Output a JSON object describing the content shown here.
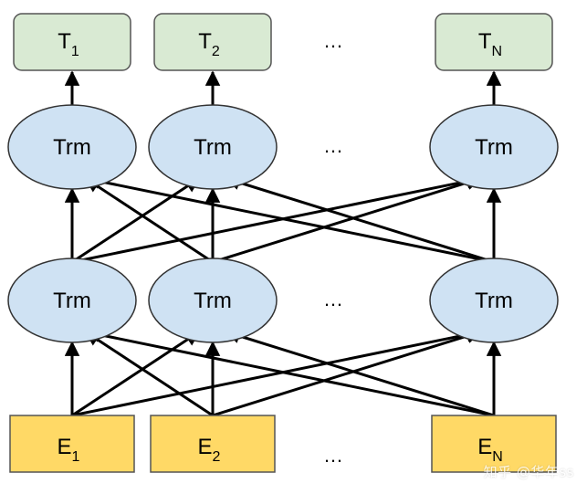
{
  "colors": {
    "output_fill": "#d9ead3",
    "output_stroke": "#555555",
    "trm_fill": "#cfe2f3",
    "trm_stroke": "#333333",
    "input_fill": "#ffd966",
    "input_stroke": "#555555",
    "arrow": "#000000"
  },
  "outputs": [
    {
      "base": "T",
      "sub": "1"
    },
    {
      "base": "T",
      "sub": "2"
    },
    {
      "base": "T",
      "sub": "N"
    }
  ],
  "top_layer": [
    "Trm",
    "Trm",
    "Trm"
  ],
  "bottom_layer": [
    "Trm",
    "Trm",
    "Trm"
  ],
  "inputs": [
    {
      "base": "E",
      "sub": "1"
    },
    {
      "base": "E",
      "sub": "2"
    },
    {
      "base": "E",
      "sub": "N"
    }
  ],
  "ellipsis": "…",
  "watermark": "知乎 @华年ss"
}
